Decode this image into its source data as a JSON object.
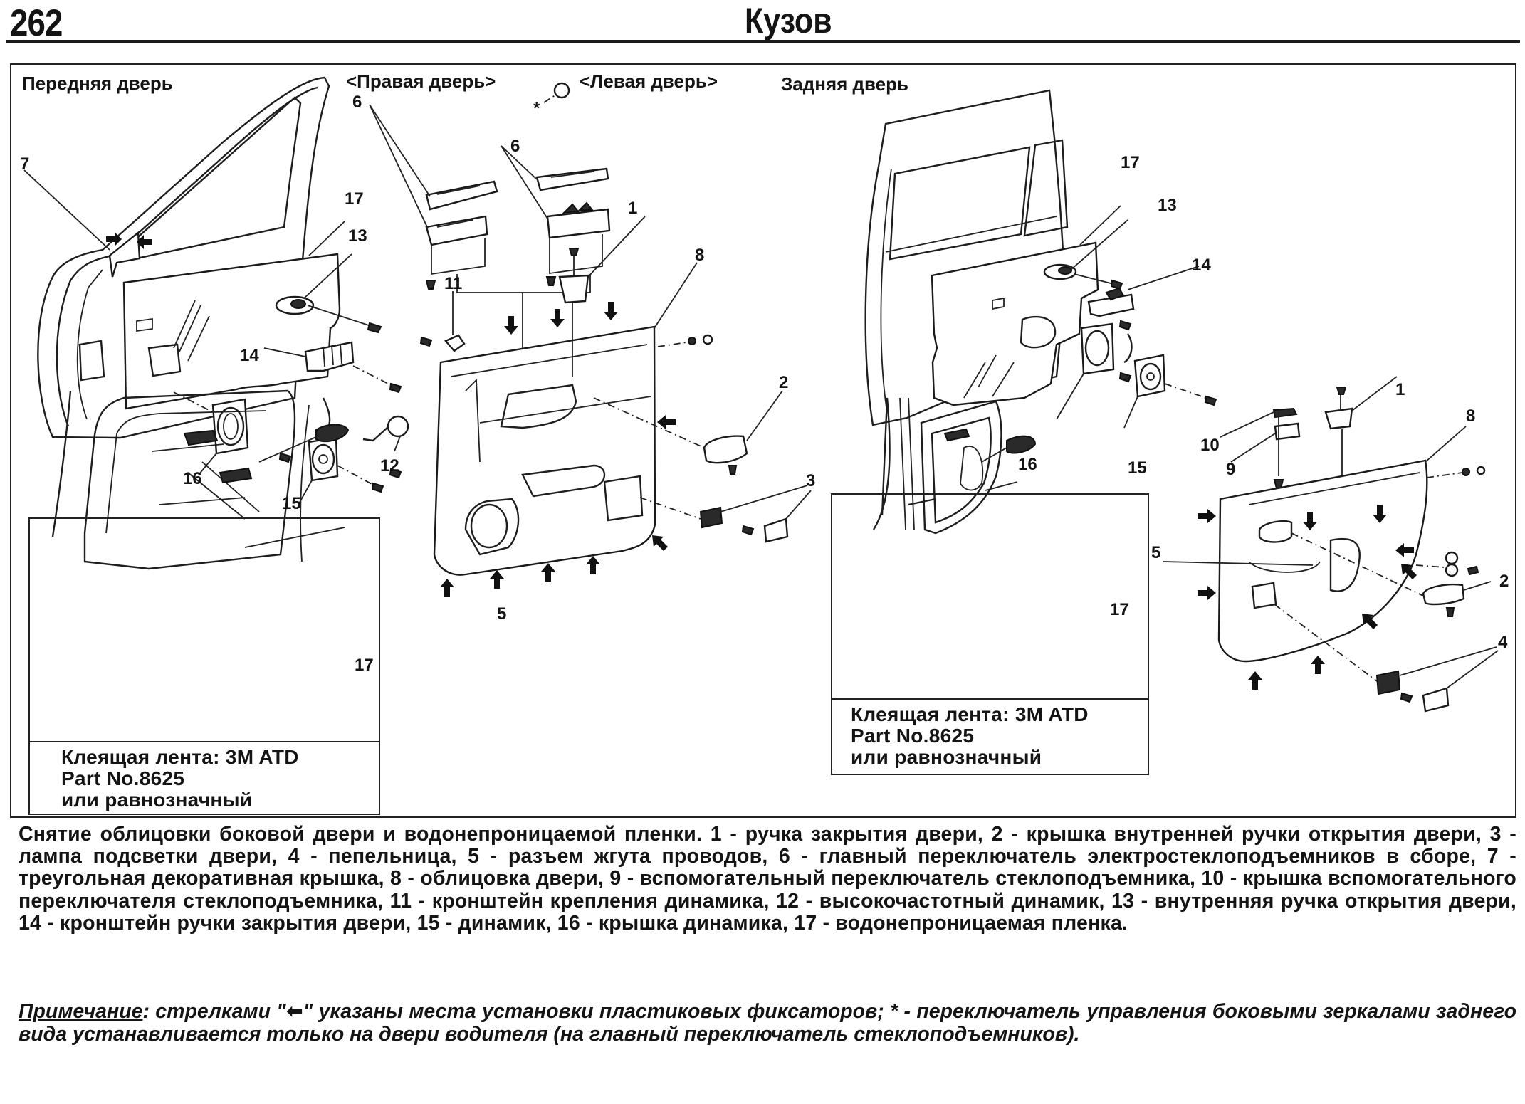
{
  "header": {
    "page_number": "262",
    "section_title": "Кузов"
  },
  "figure": {
    "labels": {
      "front_door": "Передняя дверь",
      "right_door": "<Правая дверь>",
      "left_door": "<Левая дверь>",
      "rear_door": "Задняя дверь",
      "asterisk": "*"
    },
    "front_callouts": {
      "c1": "1",
      "c2": "2",
      "c3": "3",
      "c5": "5",
      "c6a": "6",
      "c6b": "6",
      "c7": "7",
      "c8": "8",
      "c11": "11",
      "c12": "12",
      "c13": "13",
      "c14": "14",
      "c15": "15",
      "c16": "16",
      "c17": "17"
    },
    "rear_callouts": {
      "c1": "1",
      "c2": "2",
      "c4": "4",
      "c5": "5",
      "c8": "8",
      "c9": "9",
      "c10": "10",
      "c13": "13",
      "c14": "14",
      "c15": "15",
      "c16": "16",
      "c17": "17"
    },
    "insets": [
      {
        "callout": "17",
        "caption_lines": [
          "Клеящая лента: 3M ATD",
          "Part No.8625",
          "или равнозначный"
        ]
      },
      {
        "callout_17": "17",
        "callout_5": "5",
        "caption_lines": [
          "Клеящая лента: 3M ATD",
          "Part No.8625",
          "или равнозначный"
        ]
      }
    ]
  },
  "caption": {
    "text": "Снятие облицовки боковой двери и водонепроницаемой пленки. 1 - ручка закрытия двери, 2 - крышка внутренней ручки открытия двери, 3 - лампа подсветки двери, 4 - пепельница, 5 - разъем жгута проводов, 6 - главный переключатель электростеклоподъемников в сборе, 7 - треугольная декоративная крышка, 8 - облицовка двери, 9 - вспомогательный переключатель стеклоподъемника, 10 - крышка вспомогательного переключателя стеклоподъемника, 11 - кронштейн крепления динамика, 12 - высокочастотный динамик, 13 - внутренняя ручка открытия двери, 14 - кронштейн ручки закрытия двери, 15 - динамик, 16 - крышка динамика, 17 - водонепроницаемая пленка.",
    "legend": [
      {
        "num": "1",
        "text": "ручка закрытия двери"
      },
      {
        "num": "2",
        "text": "крышка внутренней ручки открытия двери"
      },
      {
        "num": "3",
        "text": "лампа подсветки двери"
      },
      {
        "num": "4",
        "text": "пепельница"
      },
      {
        "num": "5",
        "text": "разъем жгута проводов"
      },
      {
        "num": "6",
        "text": "главный переключатель электростеклоподъемников в сборе"
      },
      {
        "num": "7",
        "text": "треугольная декоративная крышка"
      },
      {
        "num": "8",
        "text": "облицовка двери"
      },
      {
        "num": "9",
        "text": "вспомогательный переключатель стеклоподъемника"
      },
      {
        "num": "10",
        "text": "крышка вспомогательного переключателя стеклоподъемника"
      },
      {
        "num": "11",
        "text": "кронштейн крепления динамика"
      },
      {
        "num": "12",
        "text": "высокочастотный динамик"
      },
      {
        "num": "13",
        "text": "внутренняя ручка открытия двери"
      },
      {
        "num": "14",
        "text": "кронштейн ручки закрытия двери"
      },
      {
        "num": "15",
        "text": "динамик"
      },
      {
        "num": "16",
        "text": "крышка динамика"
      },
      {
        "num": "17",
        "text": "водонепроницаемая пленка"
      }
    ]
  },
  "note": {
    "label": "Примечание",
    "part1": ": стрелками \"",
    "arrow_icon": "⬅",
    "part2": "\" указаны места установки пластиковых фиксаторов; * - переключатель управления боковыми зеркалами заднего вида устанавливается только на двери водителя (на главный переключатель стеклоподъемников)."
  }
}
